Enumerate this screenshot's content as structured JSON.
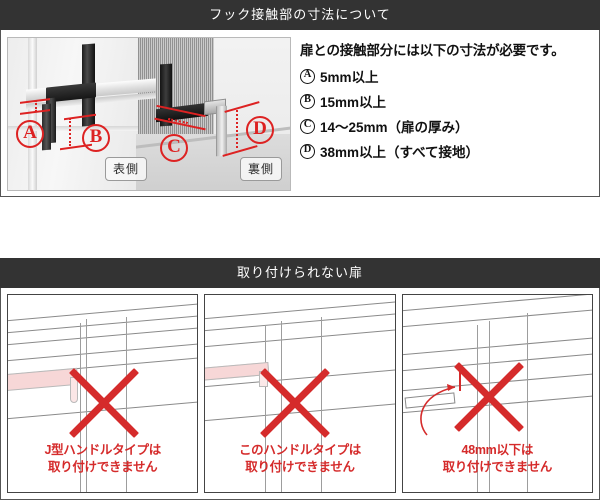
{
  "section1": {
    "header": "フック接触部の寸法について",
    "diagram": {
      "labels": [
        "A",
        "B",
        "C",
        "D"
      ],
      "front_tag": "表側",
      "back_tag": "裏側"
    },
    "spec": {
      "title": "扉との接触部分には以下の寸法が必要です。",
      "rows": [
        {
          "mark": "A",
          "text": "5mm以上"
        },
        {
          "mark": "B",
          "text": "15mm以上"
        },
        {
          "mark": "C",
          "text": "14〜25mm（扉の厚み）"
        },
        {
          "mark": "D",
          "text": "38mm以上（すべて接地）"
        }
      ]
    }
  },
  "section2": {
    "header": "取り付けられない扉",
    "panels": [
      {
        "caption_line1": "J型ハンドルタイプは",
        "caption_line2": "取り付けできません"
      },
      {
        "caption_line1": "このハンドルタイプは",
        "caption_line2": "取り付けできません"
      },
      {
        "caption_line1": "48mm以下は",
        "caption_line2": "取り付けできません"
      }
    ]
  },
  "colors": {
    "header_bg": "#333333",
    "warning_red": "#d52b2b",
    "annotation_red": "#dd2222",
    "handle_pink": "#f7d7d7"
  }
}
